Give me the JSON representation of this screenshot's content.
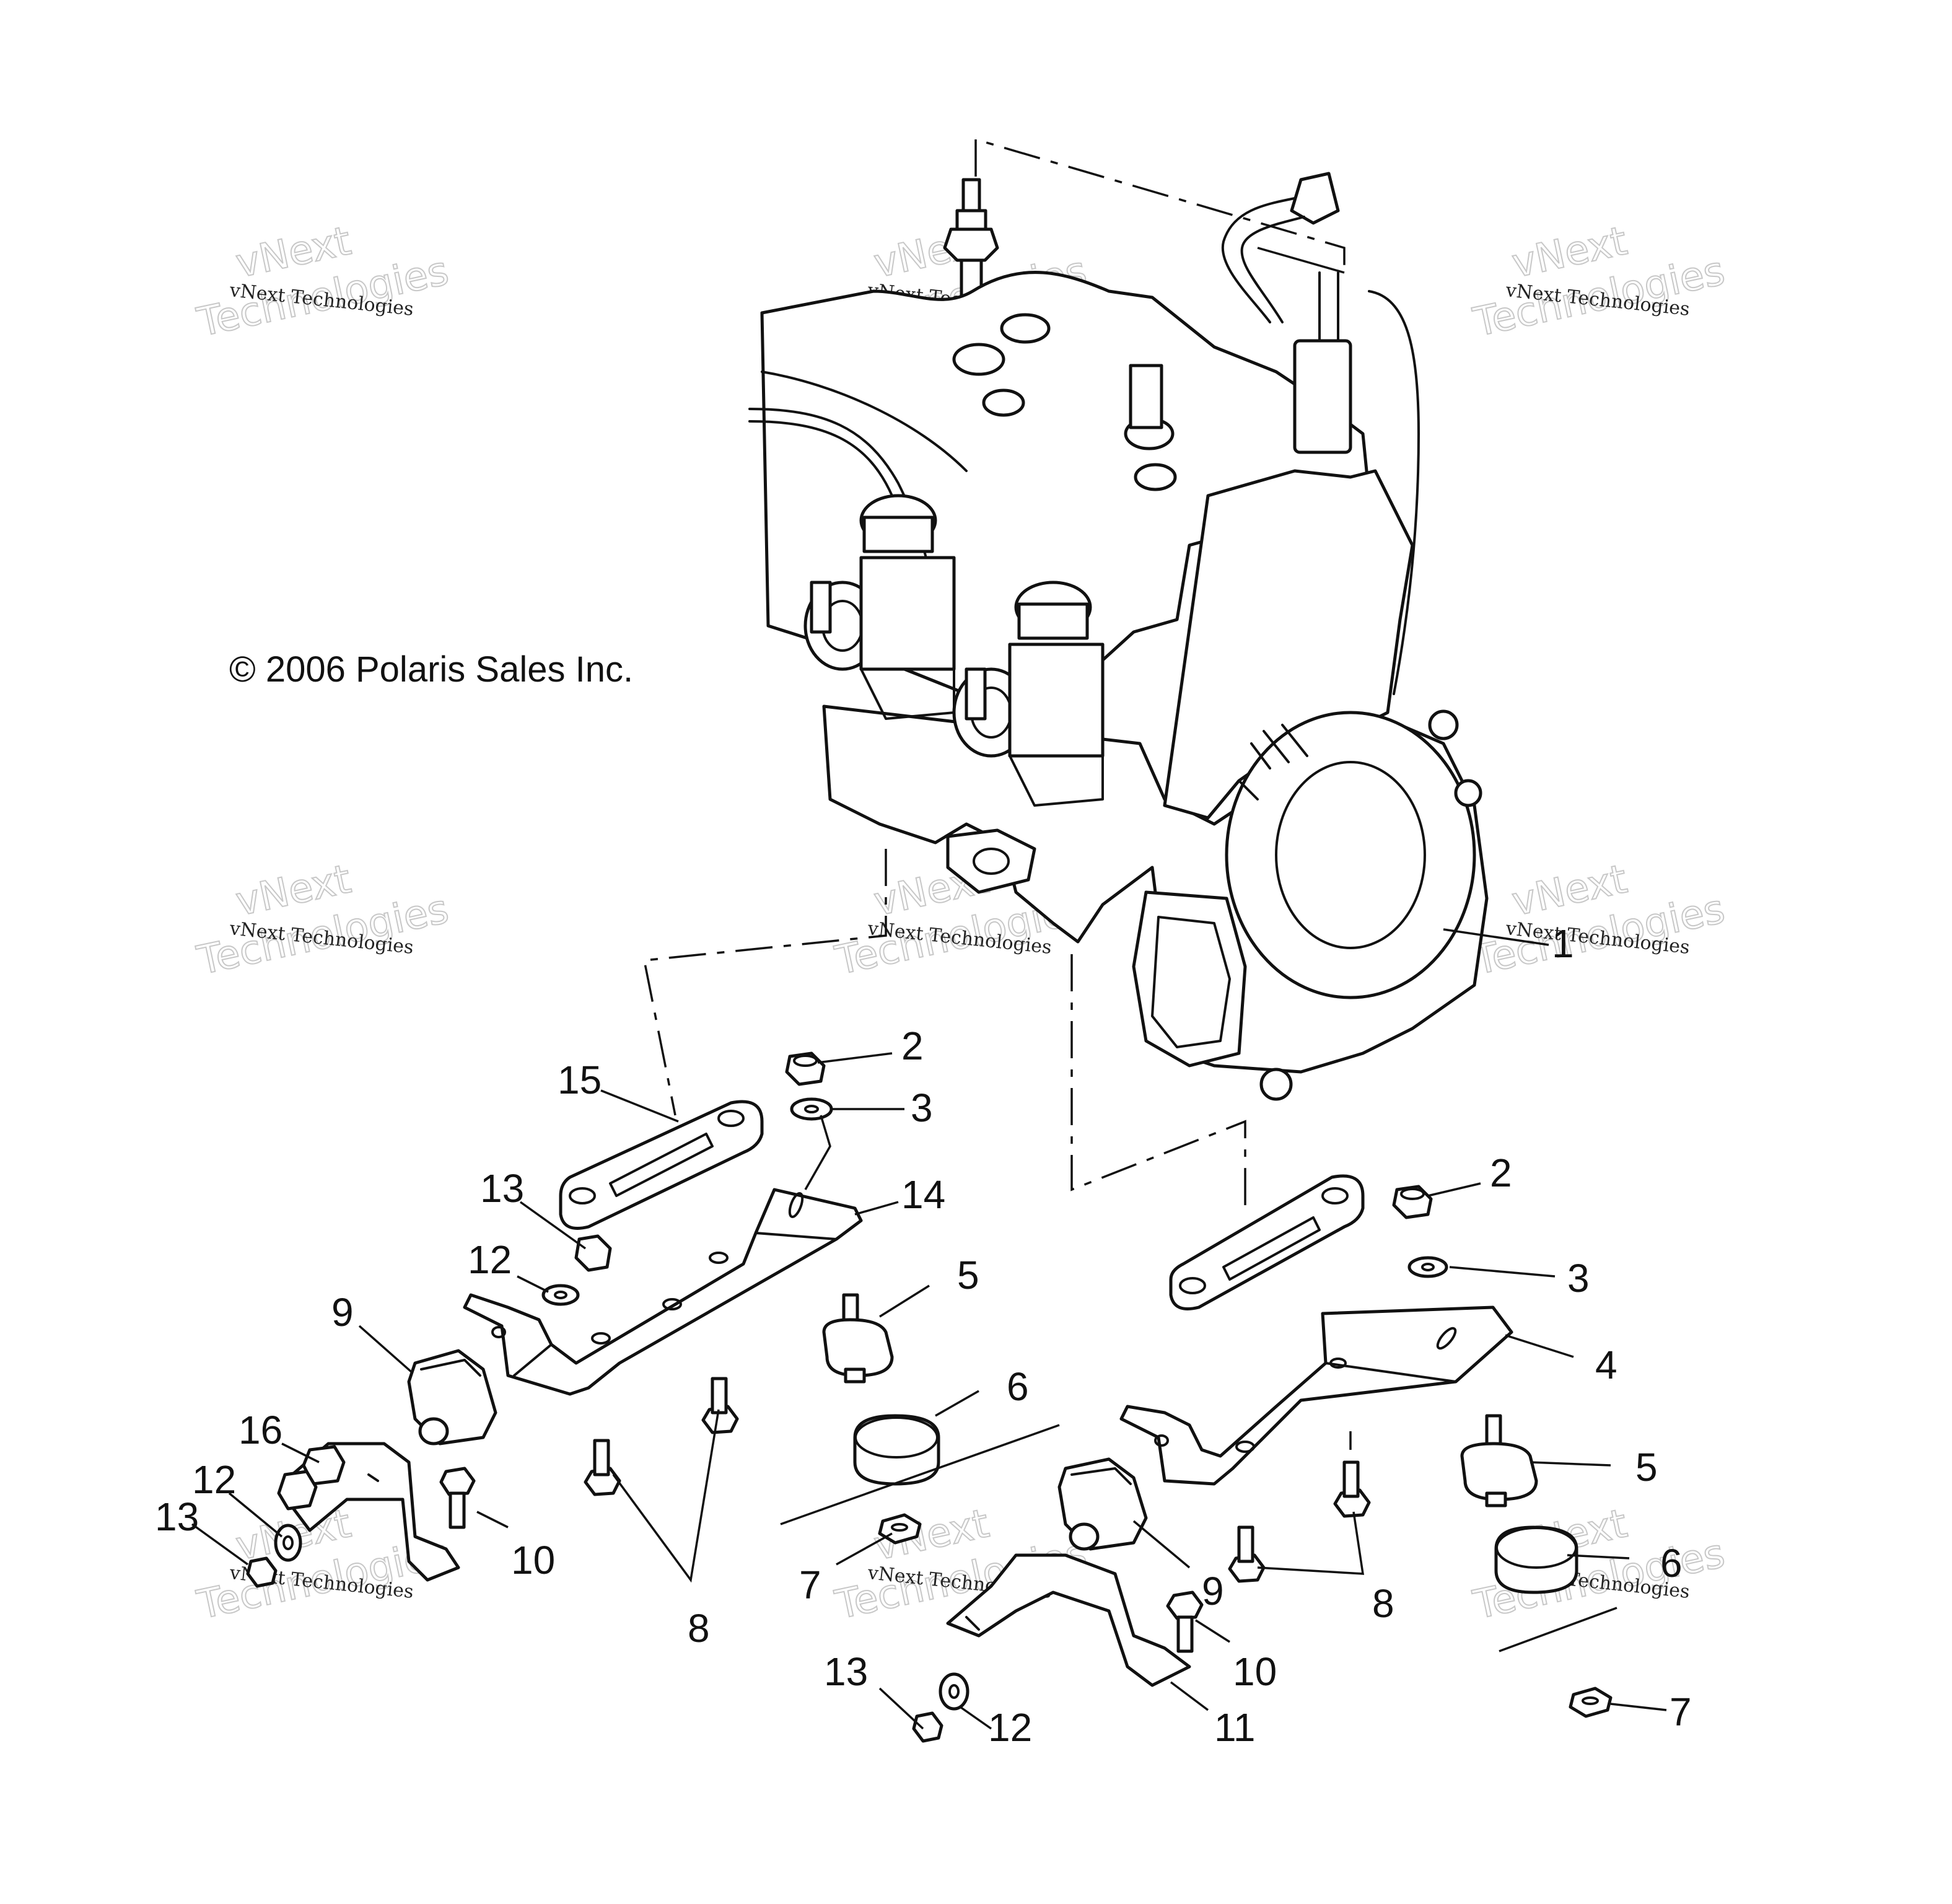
{
  "copyright": "© 2006 Polaris Sales Inc.",
  "watermark": {
    "line1": "vNext Technologies",
    "line2": "vNext",
    "line3": "Technologies"
  },
  "callouts": [
    "1",
    "2",
    "3",
    "15",
    "14",
    "13",
    "12",
    "9",
    "16",
    "12",
    "13",
    "10",
    "8",
    "5",
    "6",
    "7",
    "2",
    "3",
    "4",
    "5",
    "6",
    "9",
    "10",
    "8",
    "13",
    "12",
    "11",
    "7"
  ]
}
